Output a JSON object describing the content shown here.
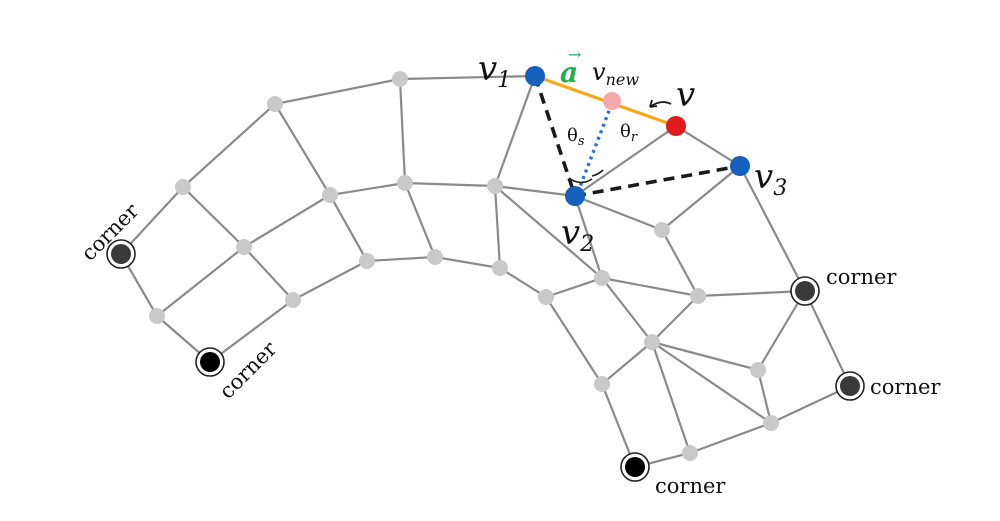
{
  "labels": {
    "v1": "v",
    "v1_sub": "1",
    "v2": "v",
    "v2_sub": "2",
    "v3": "v",
    "v3_sub": "3",
    "v": "v",
    "vnew": "v",
    "vnew_sub": "new",
    "vector_a": "a",
    "vector_arrow": "→",
    "theta_s": "θ",
    "theta_s_sub": "s",
    "theta_r": "θ",
    "theta_r_sub": "r",
    "corner": "corner"
  },
  "colors": {
    "mesh_edge": "#8a8a8a",
    "mesh_node": "#c9c9c9",
    "highlight_node": "#1560bd",
    "moving_node": "#e01b1b",
    "new_node": "#f4a7ad",
    "vector_a": "#f5a91a",
    "vector_a_label": "#22b14c",
    "corner_dark": "#3a3a3a",
    "corner_black": "#000000"
  }
}
